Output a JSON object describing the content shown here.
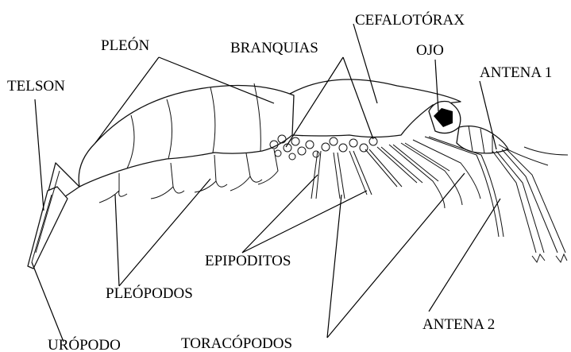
{
  "labels": {
    "cefalotorax": "CEFALOTÓRAX",
    "pleon": "PLEÓN",
    "branquias": "BRANQUIAS",
    "ojo": "OJO",
    "antena1": "ANTENA 1",
    "telson": "TELSON",
    "epipoditos": "EPIPODITOS",
    "pleopodos": "PLEÓPODOS",
    "uropodo": "URÓPODO",
    "toracopodos": "TORACÓPODOS",
    "antena2": "ANTENA 2"
  },
  "colors": {
    "ink": "#000000",
    "background": "#ffffff"
  }
}
